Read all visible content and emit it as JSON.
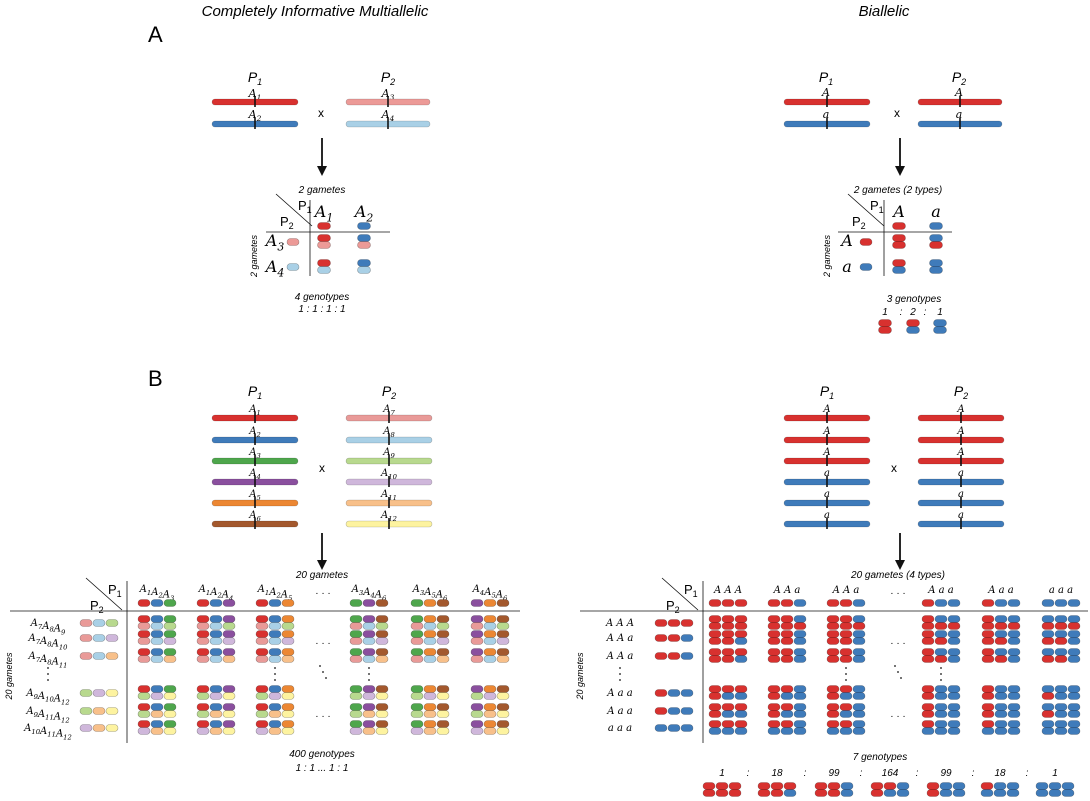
{
  "headers": {
    "left": "Completely Informative Multiallelic",
    "right": "Biallelic"
  },
  "panels": {
    "a": "A",
    "b": "B"
  },
  "parents": {
    "p1": "P",
    "p1_sub": "1",
    "p2": "P",
    "p2_sub": "2",
    "cross": "x"
  },
  "colors": {
    "red": "#d8312f",
    "blue": "#3f7bba",
    "pink": "#ec9a97",
    "lightblue": "#a9d0e6",
    "green": "#4ea64c",
    "purple": "#8a4f9e",
    "orange": "#ec8733",
    "brown": "#a3582d",
    "palered": "#e99a98",
    "paleblue": "#a9d0e6",
    "palegreen": "#b8d98e",
    "palepurple": "#cfb7db",
    "paleorange": "#f8c08a",
    "paleyellow": "#fdf3a0"
  },
  "panel_a": {
    "multi": {
      "p1_alleles": [
        "A1",
        "A2"
      ],
      "p2_alleles": [
        "A3",
        "A4"
      ],
      "gametes": "2 gametes",
      "side_gametes": "2 gametes",
      "col_headers": [
        "A1",
        "A2"
      ],
      "row_headers": [
        "A3",
        "A4"
      ],
      "genotypes": "4 genotypes",
      "ratio": "1 : 1 : 1 : 1"
    },
    "bi": {
      "p1_alleles": [
        "A",
        "a"
      ],
      "p2_alleles": [
        "A",
        "a"
      ],
      "gametes": "2 gametes (2 types)",
      "side_gametes": "2 gametes",
      "col_headers": [
        "A",
        "a"
      ],
      "row_headers": [
        "A",
        "a"
      ],
      "genotypes": "3 genotypes",
      "ratio": [
        "1",
        ":",
        "2",
        ":",
        "1"
      ]
    }
  },
  "panel_b": {
    "multi": {
      "p1_alleles": [
        "A1",
        "A2",
        "A3",
        "A4",
        "A5",
        "A6"
      ],
      "p2_alleles": [
        "A7",
        "A8",
        "A9",
        "A10",
        "A11",
        "A12"
      ],
      "gametes": "20 gametes",
      "side_gametes": "20 gametes",
      "col_headers": [
        "A1A2A3",
        "A1A2A4",
        "A1A2A5",
        "A3A4A6",
        "A3A5A6",
        "A4A5A6"
      ],
      "row_headers": [
        "A7A8A9",
        "A7A8A10",
        "A7A8A11",
        "A9A10A12",
        "A9A11A12",
        "A10A11A12"
      ],
      "genotypes": "400 genotypes",
      "ratio": "1 : 1 ... 1 : 1",
      "ellipsis": "· · ·"
    },
    "bi": {
      "p1_alleles": [
        "A",
        "A",
        "A",
        "a",
        "a",
        "a"
      ],
      "p2_alleles": [
        "A",
        "A",
        "A",
        "a",
        "a",
        "a"
      ],
      "gametes": "20 gametes (4 types)",
      "side_gametes": "20 gametes",
      "col_headers": [
        "A A A",
        "A A a",
        "A A a",
        "A a a",
        "A a a",
        "a a a"
      ],
      "row_headers": [
        "A A A",
        "A A a",
        "A A a",
        "A a a",
        "A a a",
        "a a a"
      ],
      "genotypes": "7 genotypes",
      "ratio": [
        "1",
        ":",
        "18",
        ":",
        "99",
        ":",
        "164",
        ":",
        "99",
        ":",
        "18",
        ":",
        "1"
      ],
      "ellipsis": "· · ·"
    }
  }
}
